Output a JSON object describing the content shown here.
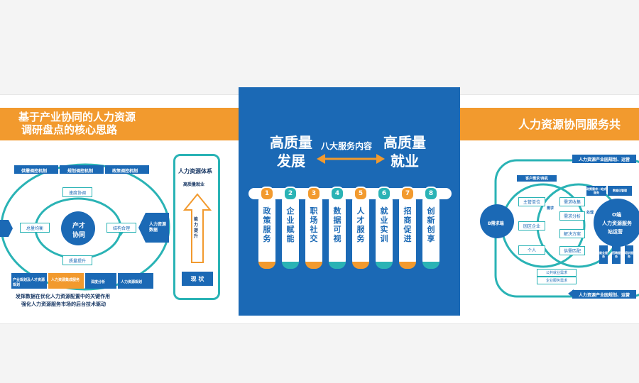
{
  "left_panel": {
    "title_line1": "基于产业协同的人力资源",
    "title_line2": "调研盘点的核心思路",
    "top_bars": [
      "供需调控机制",
      "规划调控机制",
      "政策调控机制"
    ],
    "cycle_nodes": [
      "速度协调",
      "结构合理",
      "质量提升",
      "总量均衡"
    ],
    "center_label_1": "产才",
    "center_label_2": "协同",
    "side_arrow_left": "",
    "side_arrow_right": "人力资源数据",
    "bottom_boxes": [
      "产业规划及人才资源规划",
      "人力资源集成服务",
      "深度分析",
      "人力资源规划"
    ],
    "caption_line1": "发挥数据在优化人力资源配置中的关键作用",
    "caption_line2": "强化人力资源服务市场的后台技术驱动",
    "system_title": "人力资源体系",
    "system_sub": "高质量就业",
    "arrow_label": "能力提升",
    "status_label": "现 状"
  },
  "center_panel": {
    "hq_left_1": "高质量",
    "hq_left_2": "发展",
    "mid_label": "八大服务内容",
    "hq_right_1": "高质量",
    "hq_right_2": "就业",
    "services": [
      {
        "num": "1",
        "line1": "政策",
        "line2": "服务"
      },
      {
        "num": "2",
        "line1": "企业",
        "line2": "赋能"
      },
      {
        "num": "3",
        "line1": "职场",
        "line2": "社交"
      },
      {
        "num": "4",
        "line1": "数据",
        "line2": "可视"
      },
      {
        "num": "5",
        "line1": "人才",
        "line2": "服务"
      },
      {
        "num": "6",
        "line1": "就业",
        "line2": "实训"
      },
      {
        "num": "7",
        "line1": "招商",
        "line2": "促进"
      },
      {
        "num": "8",
        "line1": "创新",
        "line2": "创享"
      }
    ]
  },
  "right_panel": {
    "title": "人力资源协同服务共",
    "top_box": "人力资源产业园规划、运营",
    "left_circle": "B需求端",
    "center_circle_1": "O端",
    "center_circle_2": "人力资源服务",
    "center_circle_3": "站运营",
    "tag_customer": "客户需求/商机",
    "demand_items": [
      "主管单位",
      "园区企业",
      "个人"
    ],
    "flow_items": [
      "需求收集",
      "需求分析",
      "解决方案",
      "供需匹配"
    ],
    "label_demand": "需求",
    "label_process": "处理",
    "right_top_items": [
      "政策需求一站式服务",
      "数据化管理"
    ],
    "vertical_items": [
      "就业服务",
      "招聘服务",
      "培训服务"
    ],
    "bottom_tag_1": "公共就业需求",
    "bottom_tag_2": "企业服务需求",
    "bottom_box": "人力资源产业园规划、运营"
  },
  "colors": {
    "orange": "#f29a2e",
    "blue": "#1b69b5",
    "teal": "#2ab3b5"
  }
}
